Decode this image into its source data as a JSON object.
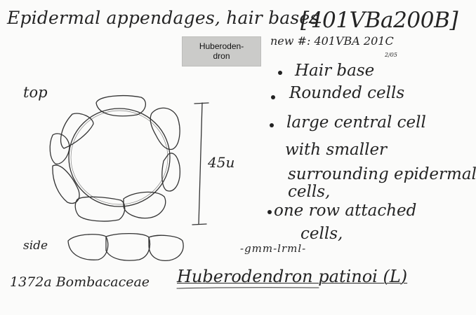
{
  "header": {
    "title": "Epidermal appendages, hair bases",
    "code": "[401VBa200B]",
    "new_number": "new #: 401VBA 201C",
    "new_number_date": "2/05"
  },
  "label": {
    "line1": "Huberoden-",
    "line2": "dron"
  },
  "diagram": {
    "top_label": "top",
    "side_label": "side",
    "scale_label": "45u"
  },
  "notes": [
    {
      "lines": [
        "Hair base"
      ]
    },
    {
      "lines": [
        "Rounded cells"
      ]
    },
    {
      "lines": [
        "large central cell",
        "with smaller",
        "surrounding epidermal",
        "cells,"
      ]
    },
    {
      "lines": [
        "one row attached",
        "cells,"
      ]
    }
  ],
  "initials": "-gmm-lrml-",
  "footer": {
    "accession": "1372a Bombacaceae",
    "species": "Huberodendron patinoi (L)"
  }
}
